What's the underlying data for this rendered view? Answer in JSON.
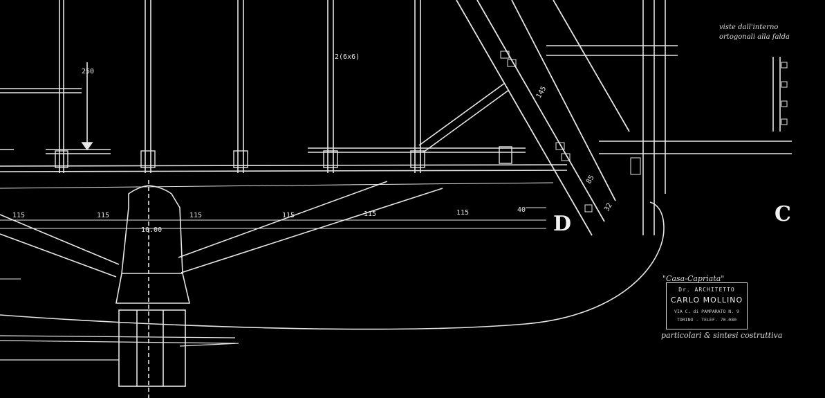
{
  "drawing": {
    "dimensions": [
      "250",
      "2(6x6)",
      "145",
      "85",
      "32",
      "40",
      "10.00",
      "115"
    ],
    "section_marks": [
      "D",
      "C"
    ],
    "note": [
      "viste dall'interno",
      "ortogonali alla falda"
    ],
    "title": "\"Casa-Capriata\"",
    "stamp": {
      "line1": "Dr. ARCHITETTO",
      "line2": "CARLO MOLLINO",
      "line3": "VIA C. di PAMPARATO N. 9",
      "line4": "TORINO - TELEF. 70.080"
    },
    "subtitle": "particolari & sintesi costruttiva"
  },
  "colors": {
    "background": "#000000",
    "line": "#e6e6e6"
  }
}
